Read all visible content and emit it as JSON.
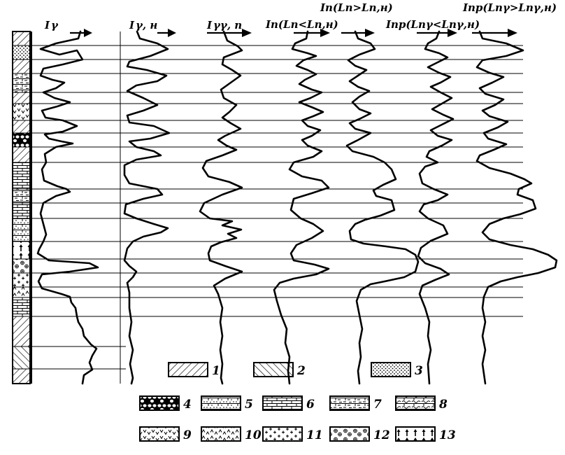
{
  "headers": [
    {
      "id": "ig",
      "main": "I",
      "sub": "γ"
    },
    {
      "id": "ign",
      "main": "I",
      "sub": "γ, н"
    },
    {
      "id": "iggn",
      "main": "I",
      "sub": "γγ, п"
    },
    {
      "id": "in-lt",
      "main": "Iп(Lп<Lп,н)",
      "sub": ""
    },
    {
      "id": "in-gt",
      "main": "Iп(Lп>Lп,н)",
      "sub": ""
    },
    {
      "id": "ipr-lt",
      "main": "Iпр(Lпγ<Lпγ,н)",
      "sub": ""
    },
    {
      "id": "ipr-gt",
      "main": "Iпр(Lпγ>Lпγ,н)",
      "sub": ""
    }
  ],
  "legend": {
    "items": [
      {
        "num": "1",
        "pattern": "hatch-right"
      },
      {
        "num": "2",
        "pattern": "hatch-left"
      },
      {
        "num": "3",
        "pattern": "dots"
      },
      {
        "num": "4",
        "pattern": "pebbles"
      },
      {
        "num": "5",
        "pattern": "brick-dots"
      },
      {
        "num": "6",
        "pattern": "brick"
      },
      {
        "num": "7",
        "pattern": "brick-dash"
      },
      {
        "num": "8",
        "pattern": "brick-curl"
      },
      {
        "num": "9",
        "pattern": "v-marks"
      },
      {
        "num": "10",
        "pattern": "caret-marks"
      },
      {
        "num": "11",
        "pattern": "crosses"
      },
      {
        "num": "12",
        "pattern": "plus-circles"
      },
      {
        "num": "13",
        "pattern": "up-arrows"
      }
    ]
  }
}
